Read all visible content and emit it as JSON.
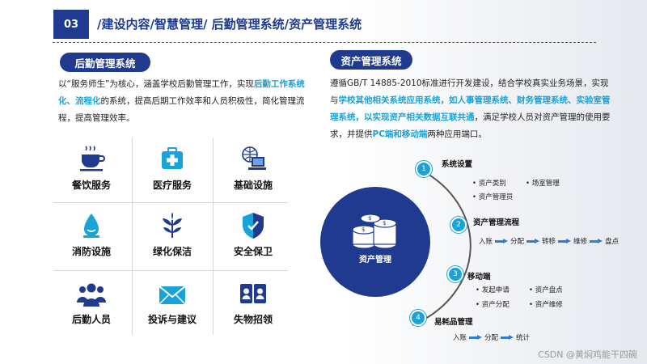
{
  "header": {
    "number": "03",
    "title": "/建设内容/智慧管理/ 后勤管理系统/资产管理系统"
  },
  "left": {
    "section_title": "后勤管理系统",
    "para_part1": "以“服务师生”为核心，涵盖学校后勤管理工作，实现",
    "para_highlight": "后勤工作系统化、流程化",
    "para_part2": "的系统，提高后期工作效率和人员积极性，简化管理流程，提高管理效率。",
    "services": [
      {
        "label": "餐饮服务",
        "icon": "coffee-cup-icon"
      },
      {
        "label": "医疗服务",
        "icon": "medical-kit-icon"
      },
      {
        "label": "基础设施",
        "icon": "computer-globe-icon"
      },
      {
        "label": "消防设施",
        "icon": "fire-drop-icon"
      },
      {
        "label": "绿化保洁",
        "icon": "leaf-icon"
      },
      {
        "label": "安全保卫",
        "icon": "shield-icon"
      },
      {
        "label": "后勤人员",
        "icon": "people-icon"
      },
      {
        "label": "投诉与建议",
        "icon": "envelope-icon"
      },
      {
        "label": "失物招领",
        "icon": "id-cards-icon"
      }
    ]
  },
  "right": {
    "section_title": "资产管理系统",
    "para_part1": "遵循GB/T 14885-2010标准进行开发建设，结合学校真实业务场景，实现与",
    "para_highlight1": "学校其他相关系统应用系统，如人事管理系统、财务管理系统、实验室管理系统，以实现资产相关数据互联共通",
    "para_part2": "，满足学校人员对资产管理的使用要求，并提供",
    "para_highlight2": "PC端和移动端",
    "para_part3": "两种应用端口。",
    "center_label": "资产管理",
    "steps": [
      {
        "num": "1",
        "title": "系统设置",
        "items_row1": [
          "• 资产类别",
          "• 场室管理"
        ],
        "items_row2": [
          "• 资产管理员"
        ]
      },
      {
        "num": "2",
        "title": "资产管理流程",
        "flow": [
          "入账",
          "分配",
          "转移",
          "维修",
          "盘点"
        ]
      },
      {
        "num": "3",
        "title": "移动端",
        "items_row1": [
          "• 发起申请",
          "• 资产盘点"
        ],
        "items_row2": [
          "• 资产分配",
          "• 资产维修"
        ]
      },
      {
        "num": "4",
        "title": "易耗品管理",
        "flow": [
          "入账",
          "分配",
          "统计"
        ]
      }
    ]
  },
  "watermark": "CSDN @黄焖鸡能干四碗",
  "colors": {
    "primary": "#1f3a8f",
    "accent": "#1aa3d9"
  }
}
